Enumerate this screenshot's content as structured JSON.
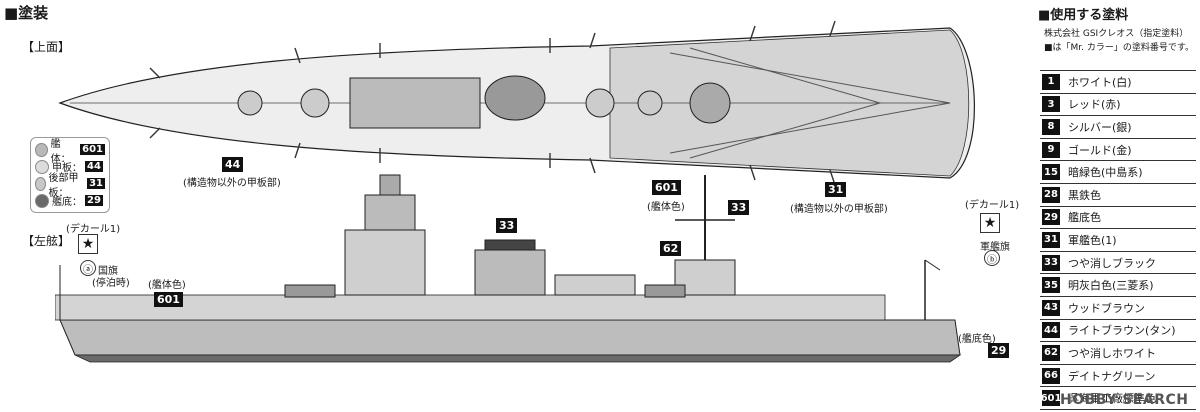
{
  "section_title": "■塗装",
  "top_view_label": "【上面】",
  "side_view_label": "【左舷】",
  "legend": [
    {
      "label": "艦体：",
      "code": "601",
      "color": "#b8b8b8"
    },
    {
      "label": "甲板：",
      "code": "44",
      "color": "#dcdcdc"
    },
    {
      "label": "後部甲板：",
      "code": "31",
      "color": "#c8c8c8"
    },
    {
      "label": "艦底：",
      "code": "29",
      "color": "#6a6a6a"
    }
  ],
  "top_annotations": {
    "deck_code": "44",
    "deck_note": "(構造物以外の甲板部)",
    "hull_code": "601",
    "hull_note": "(艦体色)",
    "rear_code": "31",
    "rear_note": "(構造物以外の甲板部)"
  },
  "side_annotations": {
    "decal1_left": "(デカール1)",
    "marker_a": "ⓐ",
    "flag_national": "国旗",
    "flag_note": "(停泊時)",
    "hull_note": "(艦体色)",
    "hull_code": "601",
    "bridge_code": "33",
    "mast_code": "33",
    "mast_white_code": "62",
    "decal1_right": "(デカール1)",
    "naval_flag": "軍艦旗",
    "marker_b": "ⓑ",
    "bottom_note": "(艦底色)",
    "bottom_code": "29",
    "star": "★"
  },
  "paint_panel": {
    "title": "■使用する塗料",
    "maker_line": "株式会社 GSIクレオス（指定塗料）",
    "number_line": "■は「Mr. カラー」の塗料番号です。",
    "items": [
      {
        "num": "1",
        "name": "ホワイト(白)"
      },
      {
        "num": "3",
        "name": "レッド(赤)"
      },
      {
        "num": "8",
        "name": "シルバー(銀)"
      },
      {
        "num": "9",
        "name": "ゴールド(金)"
      },
      {
        "num": "15",
        "name": "暗緑色(中島系)"
      },
      {
        "num": "28",
        "name": "黒鉄色"
      },
      {
        "num": "29",
        "name": "艦底色"
      },
      {
        "num": "31",
        "name": "軍艦色(1)"
      },
      {
        "num": "33",
        "name": "つや消しブラック"
      },
      {
        "num": "35",
        "name": "明灰白色(三菱系)"
      },
      {
        "num": "43",
        "name": "ウッドブラウン"
      },
      {
        "num": "44",
        "name": "ライトブラウン(タン)"
      },
      {
        "num": "62",
        "name": "つや消しホワイト"
      },
      {
        "num": "66",
        "name": "デイトナグリーン"
      },
      {
        "num": "601",
        "name": "呉海軍工廠標準色"
      }
    ]
  },
  "watermark": "HOBBY SEARCH"
}
